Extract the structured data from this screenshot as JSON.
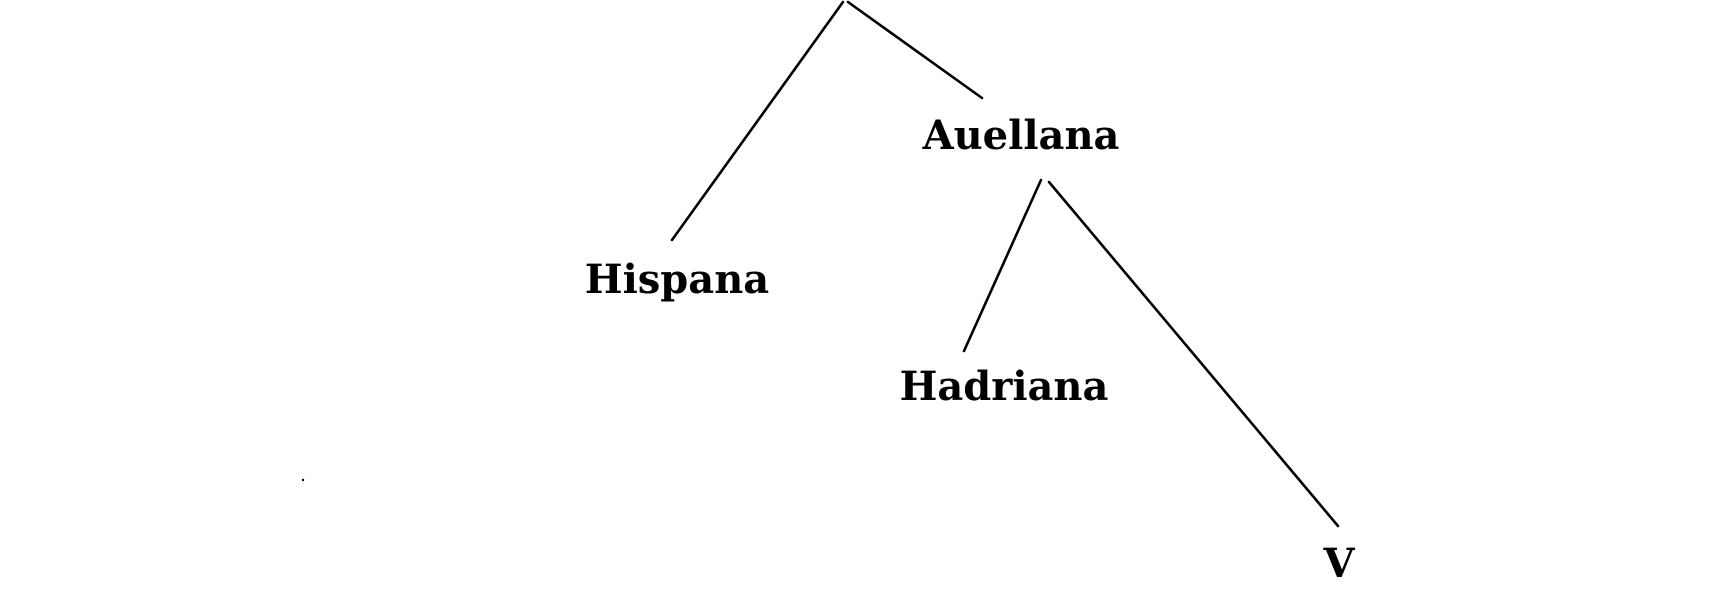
{
  "stemma": {
    "nodes": [
      {
        "id": "archetype",
        "label": ""
      },
      {
        "id": "auellana",
        "label": "Auellana"
      },
      {
        "id": "hispana",
        "label": "Hispana"
      },
      {
        "id": "hadriana",
        "label": "Hadriana"
      },
      {
        "id": "v",
        "label": "V"
      }
    ],
    "edges": [
      {
        "from": "archetype",
        "to": "hispana"
      },
      {
        "from": "archetype",
        "to": "auellana"
      },
      {
        "from": "auellana",
        "to": "hadriana"
      },
      {
        "from": "auellana",
        "to": "v"
      }
    ]
  }
}
